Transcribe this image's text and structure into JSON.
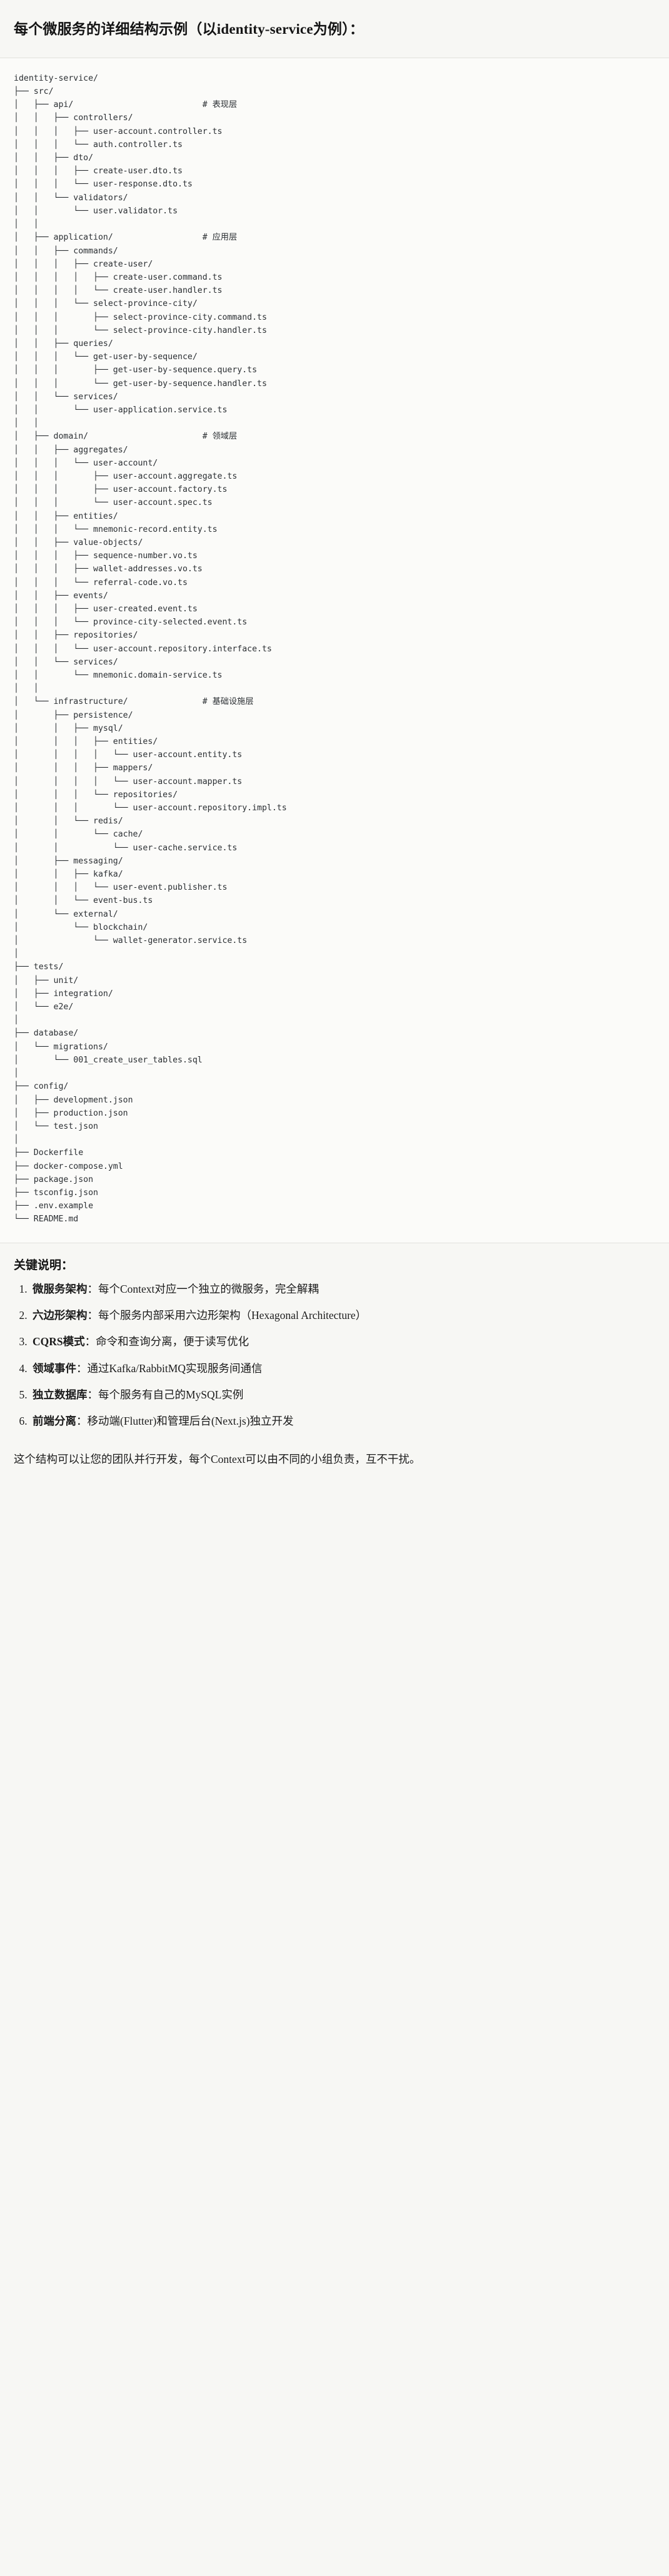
{
  "document": {
    "heading": "每个微服务的详细结构示例（以identity-service为例）：",
    "tree_text": "identity-service/\n├── src/\n│   ├── api/                          # 表现层\n│   │   ├── controllers/\n│   │   │   ├── user-account.controller.ts\n│   │   │   └── auth.controller.ts\n│   │   ├── dto/\n│   │   │   ├── create-user.dto.ts\n│   │   │   └── user-response.dto.ts\n│   │   └── validators/\n│   │       └── user.validator.ts\n│   │\n│   ├── application/                  # 应用层\n│   │   ├── commands/\n│   │   │   ├── create-user/\n│   │   │   │   ├── create-user.command.ts\n│   │   │   │   └── create-user.handler.ts\n│   │   │   └── select-province-city/\n│   │   │       ├── select-province-city.command.ts\n│   │   │       └── select-province-city.handler.ts\n│   │   ├── queries/\n│   │   │   └── get-user-by-sequence/\n│   │   │       ├── get-user-by-sequence.query.ts\n│   │   │       └── get-user-by-sequence.handler.ts\n│   │   └── services/\n│   │       └── user-application.service.ts\n│   │\n│   ├── domain/                       # 领域层\n│   │   ├── aggregates/\n│   │   │   └── user-account/\n│   │   │       ├── user-account.aggregate.ts\n│   │   │       ├── user-account.factory.ts\n│   │   │       └── user-account.spec.ts\n│   │   ├── entities/\n│   │   │   └── mnemonic-record.entity.ts\n│   │   ├── value-objects/\n│   │   │   ├── sequence-number.vo.ts\n│   │   │   ├── wallet-addresses.vo.ts\n│   │   │   └── referral-code.vo.ts\n│   │   ├── events/\n│   │   │   ├── user-created.event.ts\n│   │   │   └── province-city-selected.event.ts\n│   │   ├── repositories/\n│   │   │   └── user-account.repository.interface.ts\n│   │   └── services/\n│   │       └── mnemonic.domain-service.ts\n│   │\n│   └── infrastructure/               # 基础设施层\n│       ├── persistence/\n│       │   ├── mysql/\n│       │   │   ├── entities/\n│       │   │   │   └── user-account.entity.ts\n│       │   │   ├── mappers/\n│       │   │   │   └── user-account.mapper.ts\n│       │   │   └── repositories/\n│       │   │       └── user-account.repository.impl.ts\n│       │   └── redis/\n│       │       └── cache/\n│       │           └── user-cache.service.ts\n│       ├── messaging/\n│       │   ├── kafka/\n│       │   │   └── user-event.publisher.ts\n│       │   └── event-bus.ts\n│       └── external/\n│           └── blockchain/\n│               └── wallet-generator.service.ts\n│\n├── tests/\n│   ├── unit/\n│   ├── integration/\n│   └── e2e/\n│\n├── database/\n│   └── migrations/\n│       └── 001_create_user_tables.sql\n│\n├── config/\n│   ├── development.json\n│   ├── production.json\n│   └── test.json\n│\n├── Dockerfile\n├── docker-compose.yml\n├── package.json\n├── tsconfig.json\n├── .env.example\n└── README.md",
    "tree_root": "identity-service/",
    "layer_comments": [
      {
        "path": "api/",
        "comment": "# 表现层"
      },
      {
        "path": "application/",
        "comment": "# 应用层"
      },
      {
        "path": "domain/",
        "comment": "# 领域层"
      },
      {
        "path": "infrastructure/",
        "comment": "# 基础设施层"
      }
    ],
    "notes_title": "关键说明：",
    "notes": [
      {
        "index": "1.",
        "term": "微服务架构",
        "sep": "：",
        "desc": "每个Context对应一个独立的微服务，完全解耦"
      },
      {
        "index": "2.",
        "term": "六边形架构",
        "sep": "：",
        "desc": "每个服务内部采用六边形架构（Hexagonal Architecture）"
      },
      {
        "index": "3.",
        "term": "CQRS模式",
        "sep": "：",
        "desc": "命令和查询分离，便于读写优化"
      },
      {
        "index": "4.",
        "term": "领域事件",
        "sep": "：",
        "desc": "通过Kafka/RabbitMQ实现服务间通信"
      },
      {
        "index": "5.",
        "term": "独立数据库",
        "sep": "：",
        "desc": "每个服务有自己的MySQL实例"
      },
      {
        "index": "6.",
        "term": "前端分离",
        "sep": "：",
        "desc": "移动端(Flutter)和管理后台(Next.js)独立开发"
      }
    ],
    "closing": "这个结构可以让您的团队并行开发，每个Context可以由不同的小组负责，互不干扰。"
  },
  "colors": {
    "page_bg": "#f7f7f4",
    "code_bg": "#fbfbf9",
    "text": "#1f1f1f",
    "code_text": "#2b2f33",
    "rule": "#e2e2dd"
  }
}
